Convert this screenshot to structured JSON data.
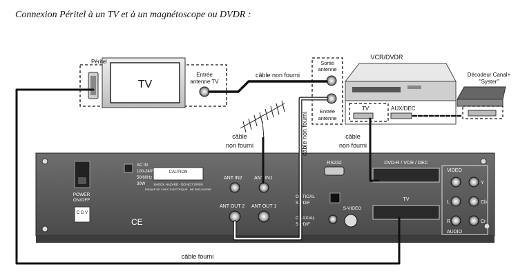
{
  "title": "Connexion Péritel à un TV  et à un magnétoscope ou DVDR :",
  "tv": {
    "label": "TV",
    "peritel_label": "Péritel",
    "antenna_in_line1": "Entrée",
    "antenna_in_line2": "antenne TV"
  },
  "vcr": {
    "title": "VCR/DVDR",
    "sortie_line1": "Sortie",
    "sortie_line2": "antenne",
    "entree_line1": "Entrée",
    "entree_line2": "antenne",
    "tv_scart": "TV",
    "aux_scart": "AUX/DEC"
  },
  "decoder": {
    "line1": "Décodeur Canal+",
    "line2": "\"Syster\""
  },
  "cables": {
    "top_cable": "câble non fourni",
    "antenna_cable_line1": "câble",
    "antenna_cable_line2": "non fourni",
    "vertical_cable": "câble non fourni",
    "vcr_cable_line1": "câble",
    "vcr_cable_line2": "non fourni",
    "bottom_cable": "câble fourni"
  },
  "receiver": {
    "power": "POWER",
    "power_sub": "ON/OFF",
    "ac_line1": "AC IN",
    "ac_line2": "100-240V~",
    "ac_line3": "50/60Hz",
    "ac_line4": "30W",
    "caution": "CAUTION",
    "shock_line1": "SHOCK HAZARD - DO NOT OPEN",
    "shock_line2": "RISQUE DE CHOC ELECTRIQUE - NE PAS OUVRIR",
    "ant_in2": "ANT IN2",
    "ant_in1": "ANT IN1",
    "ant_out2": "ANT OUT 2",
    "ant_out1": "ANT OUT 1",
    "rs232": "RS232",
    "optical_line1": "OPTICAL",
    "optical_line2": "S/PDIF",
    "coaxial_line1": "COAXIAL",
    "coaxial_line2": "S/PDIF",
    "svideo": "S-VIDEO",
    "scart_top": "DVD-R / VCR / DEC",
    "scart_bottom": "TV",
    "video": "VIDEO",
    "audio": "AUDIO",
    "l": "L",
    "r": "R",
    "y": "Y",
    "cb": "Cb",
    "cr": "Cr",
    "logo_top": "C G V",
    "ce": "CE"
  },
  "colors": {
    "panel": "#5a5a5a",
    "panel_dark": "#3c3c3c",
    "cable": "#111111",
    "white_cable": "#ffffff"
  }
}
